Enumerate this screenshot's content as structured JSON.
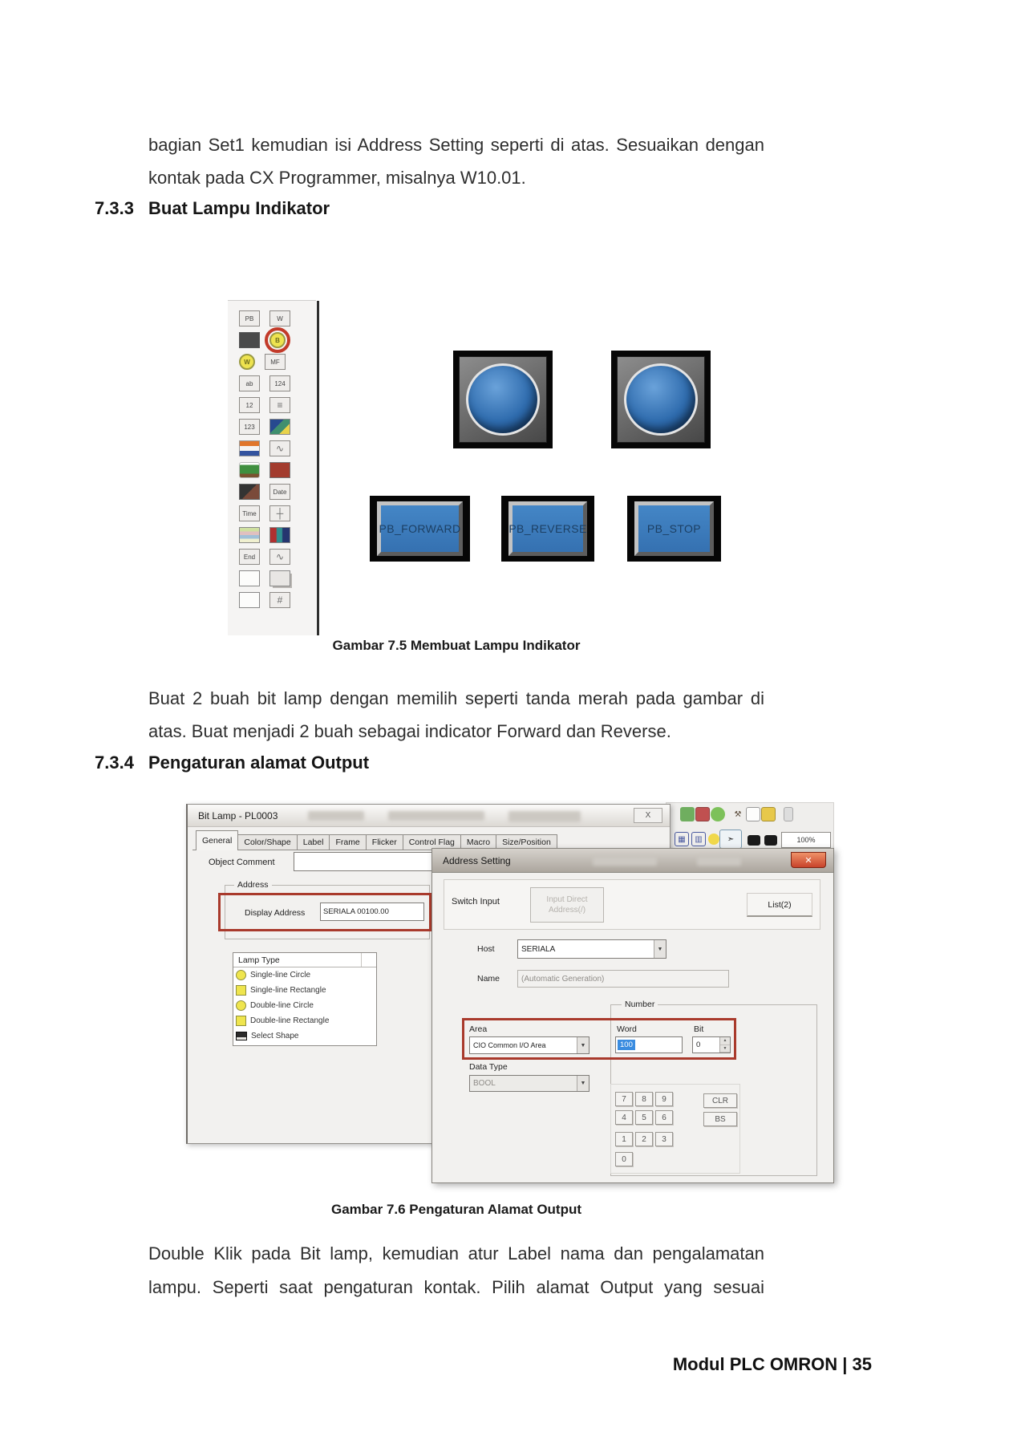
{
  "colors": {
    "red_accent": "#a93a2c",
    "lamp_blue": "#2f6cae",
    "button_face": "#3d80c2"
  },
  "text": {
    "para1_l1": "bagian Set1 kemudian isi Address Setting seperti di atas. Sesuaikan dengan",
    "para1_l2": "kontak pada CX Programmer, misalnya W10.01.",
    "h1_num": "7.3.3",
    "h1_title": "Buat Lampu Indikator",
    "fig75_caption": "Gambar 7.5 Membuat Lampu Indikator",
    "para2_l1": "Buat 2 buah bit lamp dengan memilih seperti tanda merah pada gambar di",
    "para2_l2": "atas. Buat menjadi 2 buah sebagai indicator Forward dan Reverse.",
    "h2_num": "7.3.4",
    "h2_title": "Pengaturan alamat Output",
    "fig76_caption": "Gambar 7.6 Pengaturan Alamat Output",
    "para3_l1": "Double Klik pada Bit lamp, kemudian atur Label nama dan pengalamatan",
    "para3_l2": "lampu. Seperti saat pengaturan kontak. Pilih alamat Output yang sesuai",
    "footer": "Modul PLC OMRON | 35"
  },
  "figure75": {
    "toolbar": {
      "pb": "PB",
      "word": "W",
      "bit": "B",
      "wordlamp": "W",
      "mf": "MF",
      "text": "ab",
      "numeral": "124",
      "string": "12",
      "list": "≡",
      "thumb": "123",
      "date": "Date",
      "time": "Time",
      "axis": "┼",
      "graph": "∿",
      "end": "End",
      "wave": "∿",
      "grid": "#"
    },
    "buttons": [
      "PB_FORWARD",
      "PB_REVERSE",
      "PB_STOP"
    ]
  },
  "figure76": {
    "bitlamp": {
      "title": "Bit Lamp - PL0003",
      "close": "X",
      "tabs": [
        "General",
        "Color/Shape",
        "Label",
        "Frame",
        "Flicker",
        "Control Flag",
        "Macro",
        "Size/Position"
      ],
      "object_comment": "Object Comment",
      "address_legend": "Address",
      "display_address_label": "Display Address",
      "display_address_value": "SERIALA 00100.00",
      "lamp_type_header": "Lamp Type",
      "lamp_types": [
        "Single-line Circle",
        "Single-line Rectangle",
        "Double-line Circle",
        "Double-line Rectangle",
        "Select Shape"
      ]
    },
    "addr": {
      "title": "Address Setting",
      "close": "✕",
      "switch_input": "Switch Input",
      "input_direct_1": "Input Direct",
      "input_direct_2": "Address(/)",
      "list_btn": "List(2)",
      "host_label": "Host",
      "host_value": "SERIALA",
      "name_label": "Name",
      "name_value": "(Automatic Generation)",
      "number_legend": "Number",
      "area_label": "Area",
      "area_value": "CIO Common I/O Area",
      "word_label": "Word",
      "word_value": "100",
      "bit_label": "Bit",
      "bit_value": "0",
      "datatype_label": "Data Type",
      "datatype_value": "BOOL",
      "keys": [
        "7",
        "8",
        "9",
        "4",
        "5",
        "6",
        "1",
        "2",
        "3",
        "0"
      ],
      "clr": "CLR",
      "bs": "BS"
    },
    "bg_toolbar": {
      "zoom": "100%"
    }
  }
}
